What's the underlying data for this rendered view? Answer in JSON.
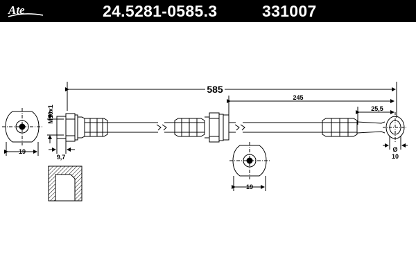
{
  "header": {
    "brand": "Ate",
    "part_number": "24.5281-0585.3",
    "reference_number": "331007"
  },
  "dimensions": {
    "total_length": "585",
    "partial_length": "245",
    "eye_offset": "25,5",
    "thread": "M10x1",
    "fitting_width_left": "19",
    "fitting_width_center": "19",
    "nut_length": "9,7",
    "eye_bore_symbol": "Ø",
    "eye_bore": "10"
  },
  "colors": {
    "header_bg": "#000000",
    "header_text": "#ffffff",
    "line": "#000000"
  }
}
